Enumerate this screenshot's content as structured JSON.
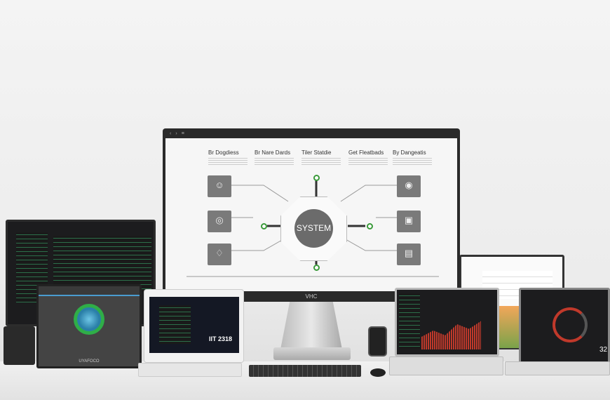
{
  "monitor": {
    "brand": "VHC",
    "toolbar_icons": [
      "back-icon",
      "forward-icon",
      "menu-icon"
    ],
    "headings": [
      "Br Dogdiess",
      "Br Nare Dards",
      "Tiler Statdie",
      "Get Fleatbads",
      "By Dangeatis"
    ],
    "center_label": "SYSTEM"
  },
  "tablet": {
    "brand": "UYAFOCO"
  },
  "laptop_left": {
    "readout": "IIT 2318"
  },
  "laptop_right": {
    "readout": "32"
  },
  "colors": {
    "accent_green": "#3a9a3a",
    "chart_red": "#c0392b"
  }
}
